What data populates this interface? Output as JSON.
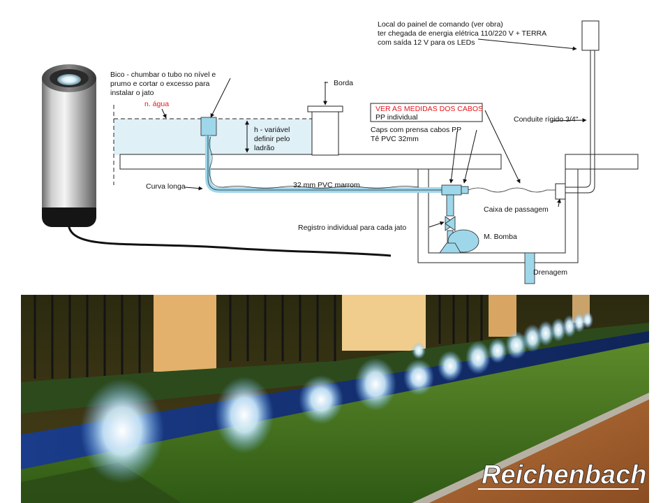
{
  "colors": {
    "water": "#dff0f6",
    "pipe_light": "#9fd7ea",
    "fixture_blue": "#6ec6e6",
    "red_label": "#e8151b",
    "line": "#222222"
  },
  "labels": {
    "panel": [
      "Local do painel de comando (ver obra)",
      "ter chegada de energia elétrica 110/220 V + TERRA",
      "com saída 12 V para os LEDs"
    ],
    "nozzle": [
      "Bico - chumbar o tubo no nível e",
      "prumo e cortar o excesso para",
      "instalar o jato"
    ],
    "water_level": "n. água",
    "edge": "Borda",
    "cable_measures": "VER AS MEDIDAS DOS CABOS",
    "pp_individual": "PP individual",
    "caps": [
      "Caps com prensa cabos PP",
      "Tê PVC 32mm"
    ],
    "conduit": "Conduite rígido 3/4\"",
    "height": [
      "h - variável",
      "definir pelo",
      "ladrão"
    ],
    "long_curve": "Curva longa",
    "pipe": "32 mm PVC marrom",
    "junction_box": "Caixa de passagem",
    "valve": "Registro individual para cada jato",
    "pump": "M. Bomba",
    "drain": "Drenagem"
  },
  "photo": {
    "brand": "Reichenbach",
    "fountain_count": 16
  }
}
